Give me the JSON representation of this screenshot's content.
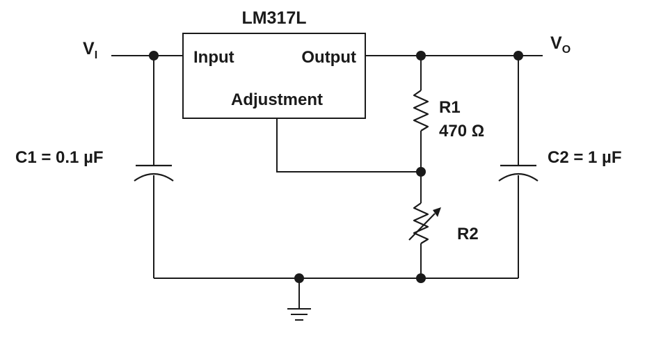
{
  "ic": {
    "part_number": "LM317L",
    "pin_input": "Input",
    "pin_output": "Output",
    "pin_adjustment": "Adjustment"
  },
  "ports": {
    "vin_letter": "V",
    "vin_sub": "I",
    "vout_letter": "V",
    "vout_sub": "O"
  },
  "components": {
    "c1": "C1 = 0.1 µF",
    "c2": "C2 = 1 µF",
    "r1_name": "R1",
    "r1_value": "470 Ω",
    "r2_name": "R2"
  },
  "icons": {
    "ground": "ground-icon",
    "junction": "junction-dot-icon"
  },
  "colors": {
    "ink": "#1a1a1a",
    "background": "#ffffff"
  }
}
